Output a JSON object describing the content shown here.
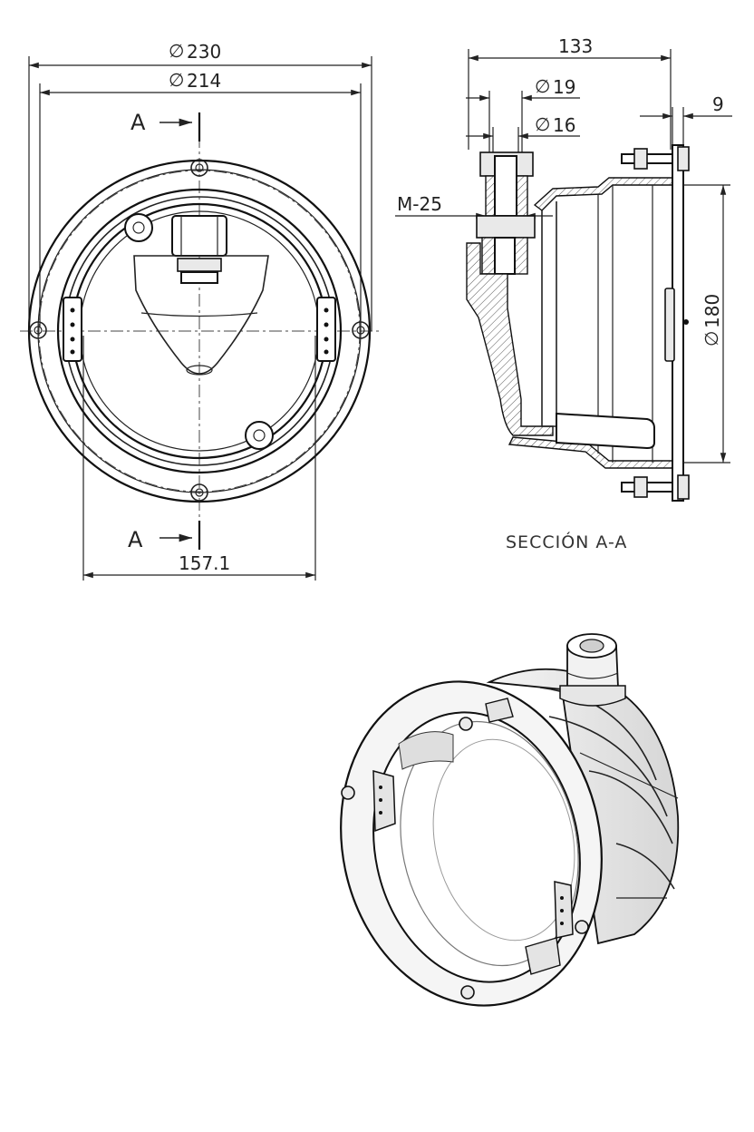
{
  "front_view": {
    "dim_outer_diameter": "230",
    "dim_inner_diameter": "214",
    "dim_width": "157.1",
    "section_marker_top": "A",
    "section_marker_bottom": "A"
  },
  "section_view": {
    "dim_depth": "133",
    "dim_connector_outer": "19",
    "dim_connector_inner": "16",
    "dim_flange_thickness": "9",
    "thread_label": "M-25",
    "dim_body_diameter": "180",
    "caption": "SECCIÓN A-A"
  },
  "symbols": {
    "diameter": "∅"
  }
}
